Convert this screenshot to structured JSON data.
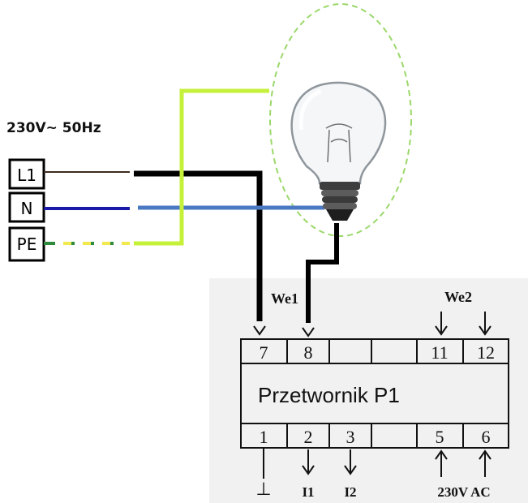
{
  "supply": {
    "label": "230V~  50Hz",
    "terminals": [
      {
        "id": "L1",
        "label": "L1",
        "color": "#3d2a1e"
      },
      {
        "id": "N",
        "label": "N",
        "color": "#1a1aa8"
      },
      {
        "id": "PE",
        "label": "PE",
        "color": "#2e8b3d"
      }
    ]
  },
  "wires": {
    "colors": {
      "phase": "#3d2a1e",
      "neutral_left": "#1a1aa8",
      "neutral_right": "#4a78c2",
      "pe_green": "#2e8b3d",
      "pe_yellow": "#f2e94e",
      "lime": "#c6f13a",
      "black": "#000000"
    }
  },
  "lamp": {
    "icon": "light-bulb-icon",
    "highlight_color": "#9bd86a"
  },
  "converter": {
    "title": "Przetwornik P1",
    "input_groups": {
      "we1": "We1",
      "we2": "We2"
    },
    "top_terminals": [
      "7",
      "8",
      "",
      "",
      "11",
      "12"
    ],
    "bottom_terminals": [
      "1",
      "2",
      "3",
      "",
      "5",
      "6"
    ],
    "bottom_labels": {
      "ground": "⊥",
      "i1": "I1",
      "i2": "I2",
      "supply": "230V AC"
    },
    "panel_color": "#f1f1f1"
  }
}
